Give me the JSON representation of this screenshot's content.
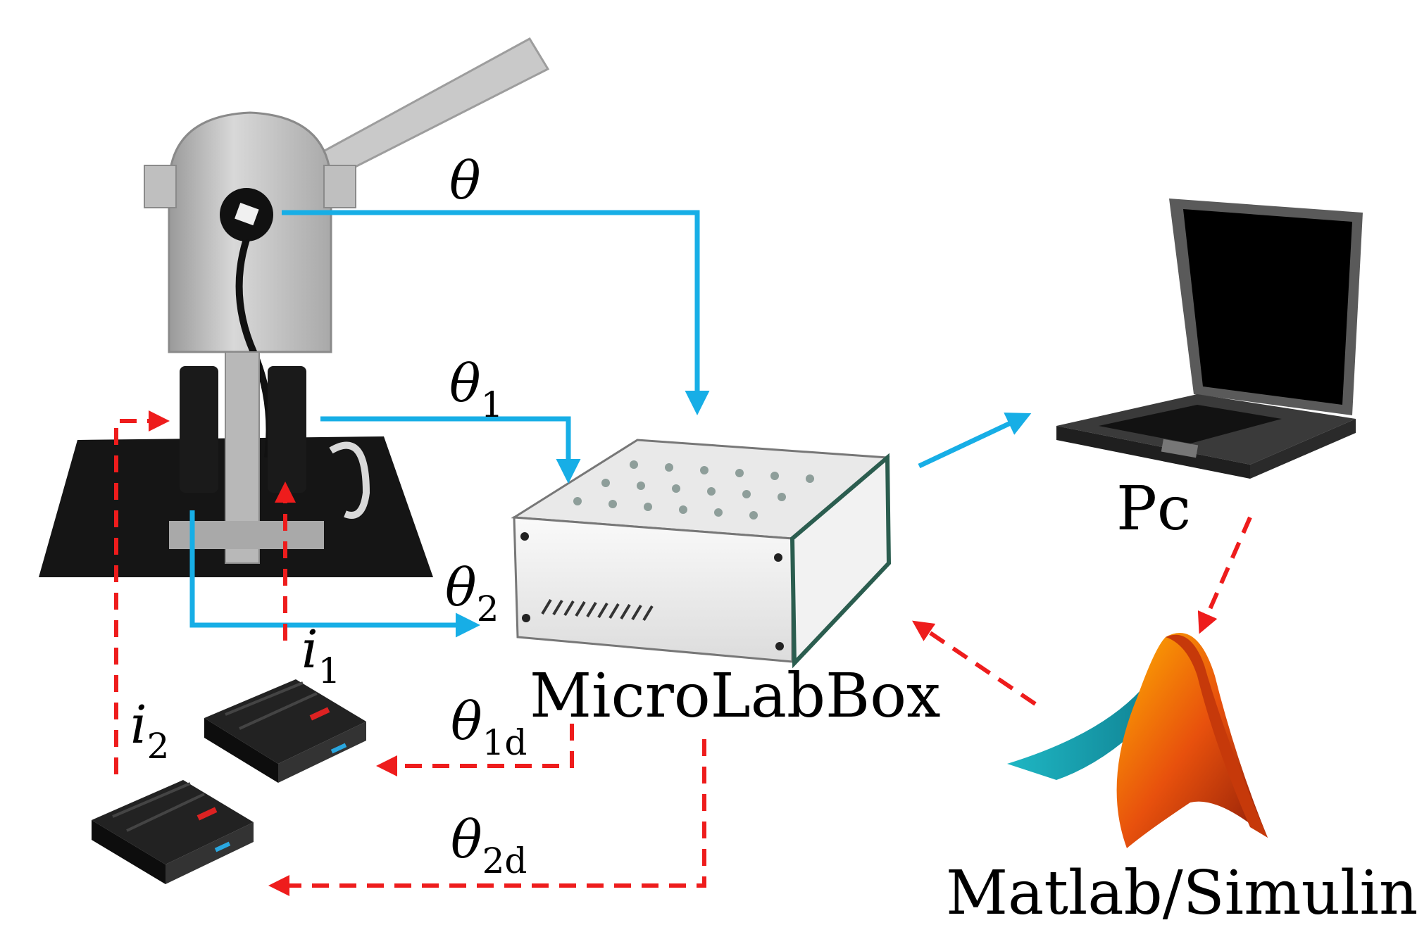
{
  "diagram": {
    "nodes": {
      "microlabbox": {
        "label": "MicroLabBox"
      },
      "pc": {
        "label": "Pc"
      },
      "matlab": {
        "label": "Matlab/Simulink"
      }
    },
    "signals": {
      "theta": {
        "symbol": "θ",
        "sub": ""
      },
      "theta1": {
        "symbol": "θ",
        "sub": "1"
      },
      "theta2": {
        "symbol": "θ",
        "sub": "2"
      },
      "theta1d": {
        "symbol": "θ",
        "sub": "1d"
      },
      "theta2d": {
        "symbol": "θ",
        "sub": "2d"
      },
      "i1": {
        "symbol": "i",
        "sub": "1"
      },
      "i2": {
        "symbol": "i",
        "sub": "2"
      }
    },
    "colors": {
      "feedback_arrow": "#17aee6",
      "command_arrow": "#ee1c1c"
    },
    "line_styles": {
      "feedback": "solid",
      "command": "dashed"
    }
  }
}
